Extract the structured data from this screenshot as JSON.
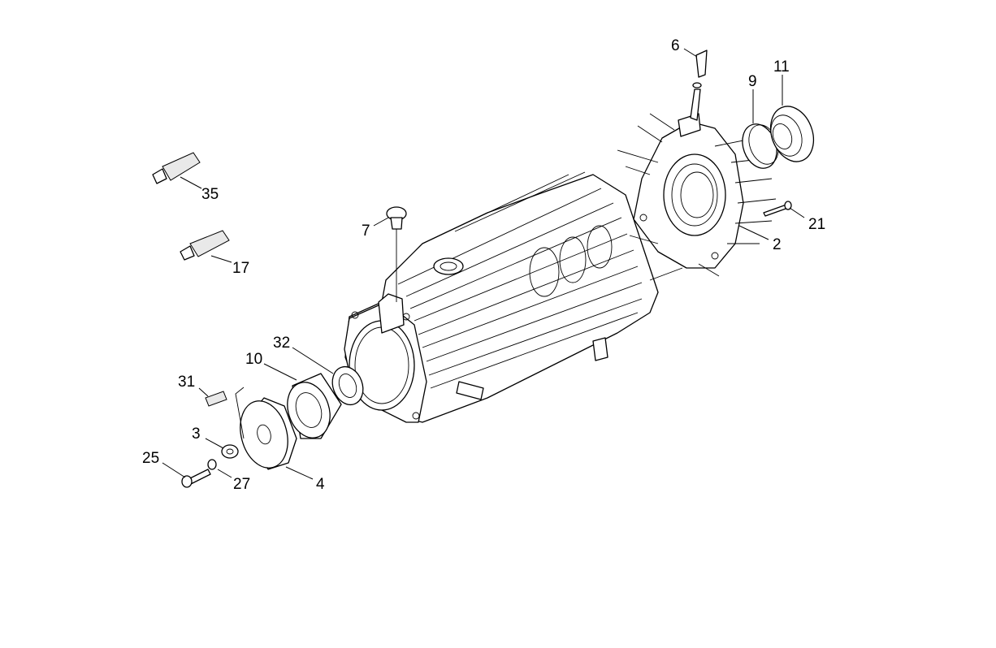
{
  "callouts": [
    {
      "id": "c6",
      "label": "6"
    },
    {
      "id": "c9",
      "label": "9"
    },
    {
      "id": "c11",
      "label": "11"
    },
    {
      "id": "c21",
      "label": "21"
    },
    {
      "id": "c2",
      "label": "2"
    },
    {
      "id": "c7",
      "label": "7"
    },
    {
      "id": "c35",
      "label": "35"
    },
    {
      "id": "c17",
      "label": "17"
    },
    {
      "id": "c32",
      "label": "32"
    },
    {
      "id": "c10",
      "label": "10"
    },
    {
      "id": "c31",
      "label": "31"
    },
    {
      "id": "c3",
      "label": "3"
    },
    {
      "id": "c25",
      "label": "25"
    },
    {
      "id": "c27",
      "label": "27"
    },
    {
      "id": "c4",
      "label": "4"
    }
  ]
}
